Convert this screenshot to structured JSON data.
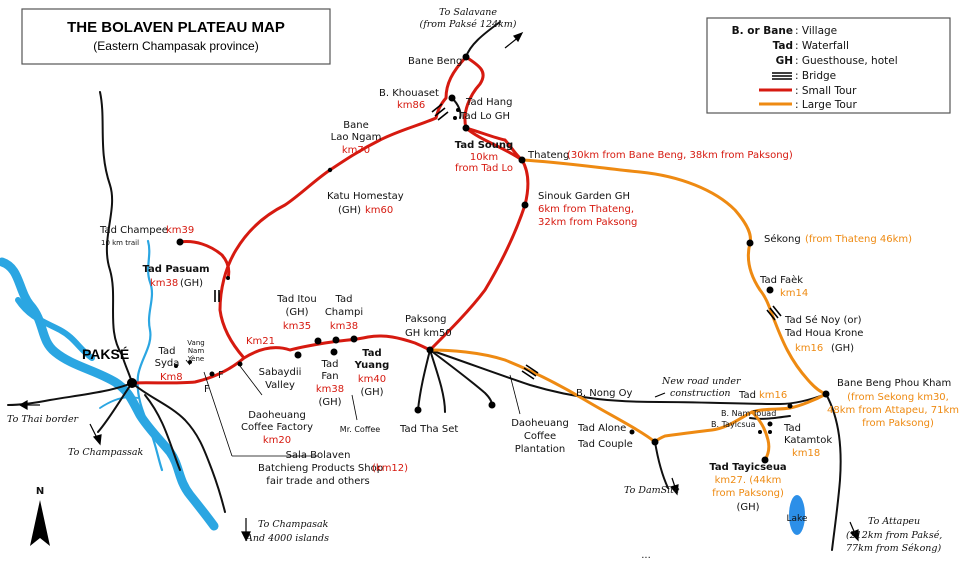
{
  "title": "THE BOLAVEN PLATEAU MAP",
  "subtitle": "(Eastern Champasak province)",
  "legend": {
    "village_key": "B. or Bane",
    "village_val": ": Village",
    "waterfall_key": "Tad",
    "waterfall_val": ": Waterfall",
    "gh_key": "GH",
    "gh_val": ": Guesthouse, hotel",
    "bridge_val": ": Bridge",
    "small_tour_val": ": Small Tour",
    "large_tour_val": ": Large Tour",
    "colors": {
      "small_tour": "#d61a10",
      "large_tour": "#ee8a12"
    }
  },
  "places": {
    "to_salavane_1": "To Salavane",
    "to_salavane_2": "(from Paksé 124km)",
    "bane_beng": "Bane Beng",
    "b_khouaset": "B. Khouaset",
    "b_khouaset_km": "km86",
    "tad_hang": "Tad Hang",
    "tad_lo_gh": "Tad Lo GH",
    "bane_lao_ngam_1": "Bane",
    "bane_lao_ngam_2": "Lao Ngam",
    "bane_lao_ngam_km": "km70",
    "tad_soung": "Tad Soung",
    "tad_soung_d1": "10km",
    "tad_soung_d2": "from Tad Lo",
    "thateng": "Thateng",
    "thateng_note": "(30km from Bane Beng, 38km from Paksong)",
    "sinouk": "Sinouk Garden GH",
    "sinouk_d1": "6km from Thateng,",
    "sinouk_d2": "32km from Paksong",
    "katu": "Katu Homestay",
    "katu_gh": "(GH)",
    "katu_km": "km60",
    "sekong": "Sékong",
    "sekong_note": "(from Thateng 46km)",
    "tad_faek": "Tad Faèk",
    "tad_faek_km": "km14",
    "tad_se_noy": "Tad Sé Noy (or)",
    "tad_houa_krone": "Tad Houa Krone",
    "tad_houa_km": "km16",
    "tad_houa_gh": "(GH)",
    "tad_champee": "Tad Champee",
    "tad_champee_km": "km39",
    "trail": "10 km trail",
    "tad_pasuam": "Tad Pasuam",
    "tad_pasuam_km": "km38",
    "tad_pasuam_gh": "(GH)",
    "tad_itou": "Tad Itou",
    "tad_itou_gh": "(GH)",
    "tad_itou_km": "km35",
    "tad_champi_1": "Tad",
    "tad_champi_2": "Champi",
    "tad_champi_km": "km38",
    "paksong": "Paksong",
    "paksong_gh": "GH km50",
    "km21": "Km21",
    "vang_1": "Vang",
    "vang_2": "Nam",
    "vang_3": "Yène",
    "tad_syda_1": "Tad",
    "tad_syda_2": "Syda",
    "pakse": "PAKSÉ",
    "km8": "Km8",
    "f1": "F",
    "f2": "F",
    "sabaydii_1": "Sabaydii",
    "sabaydii_2": "Valley",
    "tad_fan_1": "Tad",
    "tad_fan_2": "Fan",
    "tad_fan_km": "km38",
    "tad_fan_gh": "(GH)",
    "tad_yuang_1": "Tad",
    "tad_yuang_2": "Yuang",
    "tad_yuang_km": "km40",
    "tad_yuang_gh": "(GH)",
    "tad_tha_set": "Tad Tha Set",
    "mr_coffee": "Mr. Coffee",
    "dao_factory_1": "Daoheuang",
    "dao_factory_2": "Coffee Factory",
    "dao_factory_km": "km20",
    "sala_1": "Sala Bolaven",
    "sala_2": "Batchieng Products Shop",
    "sala_km": "(km12)",
    "sala_3": "fair trade and others",
    "to_thai": "To Thai border",
    "to_champassak": "To Champassak",
    "to_champasak_1": "To Champasak",
    "to_champasak_2": "And 4000 islands",
    "b_nong_oy": "B. Nong Oy",
    "new_road_1": "New road under",
    "new_road_2": "construction",
    "dao_plant_1": "Daoheuang",
    "dao_plant_2": "Coffee",
    "dao_plant_3": "Plantation",
    "tad_alone": "Tad Alone",
    "tad_couple": "Tad Couple",
    "to_damsite": "To DamSite",
    "tad_km16": "Tad",
    "tad_km16_km": "km16",
    "b_nam_touad": "B. Nam Touad",
    "b_tayicsua": "B. Tayicsua",
    "tad_katamtok_1": "Tad",
    "tad_katamtok_2": "Katamtok",
    "tad_katamtok_km": "km18",
    "tad_tayicseua": "Tad Tayicseua",
    "tad_tayicseua_d1": "km27. (44km",
    "tad_tayicseua_d2": "from Paksong)",
    "tad_tayicseua_gh": "(GH)",
    "bane_beng_pk": "Bane Beng Phou Kham",
    "bane_beng_pk_1": "(from Sekong km30,",
    "bane_beng_pk_2": "48km from Attapeu, 71km",
    "bane_beng_pk_3": "from Paksong)",
    "lake": "Lake",
    "to_attapeu_1": "To Attapeu",
    "to_attapeu_2": "(212km from Paksé,",
    "to_attapeu_3": "77km from Sékong)",
    "north": "N",
    "ellipsis": "..."
  }
}
